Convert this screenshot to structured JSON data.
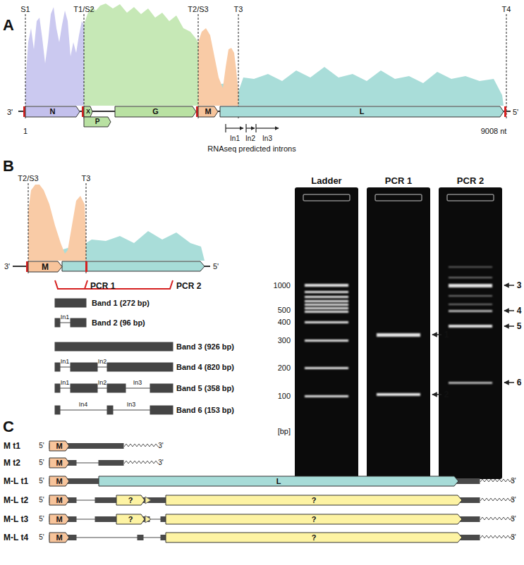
{
  "diagram": {
    "nodes": [
      {
        "text": [
          "N"
        ]
      },
      {
        "text": [
          "X"
        ]
      },
      {
        "text": [
          "P"
        ]
      },
      {
        "text": [
          "G"
        ]
      },
      {
        "text": [
          "M"
        ]
      },
      {
        "text": [
          "L"
        ]
      },
      {
        "text": [
          "M"
        ]
      },
      {
        "text": [
          "M"
        ]
      },
      {
        "text": [
          "M"
        ]
      },
      {
        "text": [
          "M"
        ]
      },
      {
        "text": [
          "L"
        ]
      },
      {
        "text": [
          "M"
        ]
      },
      {
        "text": [
          "?"
        ]
      },
      {
        "text": [
          "?"
        ]
      },
      {
        "text": [
          "M"
        ]
      },
      {
        "text": [
          "?"
        ]
      },
      {
        "text": [
          "?"
        ]
      },
      {
        "text": [
          "M"
        ]
      },
      {
        "text": [
          "?"
        ]
      }
    ],
    "labels": [
      "A",
      "S1",
      "T1/S2",
      "T2/S3",
      "T3",
      "T4",
      "3'",
      "5'",
      "1",
      "9008 nt",
      "In1",
      "In2",
      "In3",
      "RNAseq predicted introns",
      "B",
      "T2/S3",
      "T3",
      "3'",
      "5'",
      "PCR 1",
      "PCR 2",
      "Band 1 (272 bp)",
      "In1",
      "Band 2 (96 bp)",
      "Band 3 (926 bp)",
      "In1",
      "In2",
      "Band 4 (820 bp)",
      "In1",
      "In2",
      "In3",
      "Band 5 (358 bp)",
      "In4",
      "In3",
      "Band 6 (153 bp)",
      "Ladder",
      "PCR 1",
      "PCR 2",
      "1000",
      "500",
      "400",
      "300",
      "200",
      "100",
      "[bp]",
      "1",
      "2",
      "3",
      "4",
      "5",
      "6",
      "C",
      "M t1",
      "5'",
      "3'",
      "M t2",
      "5'",
      "3'",
      "M-L t1",
      "5'",
      "3'",
      "M-L t2",
      "5'",
      "3'",
      "M-L t3",
      "5'",
      "3'",
      "M-L t4",
      "5'",
      "3'"
    ]
  }
}
